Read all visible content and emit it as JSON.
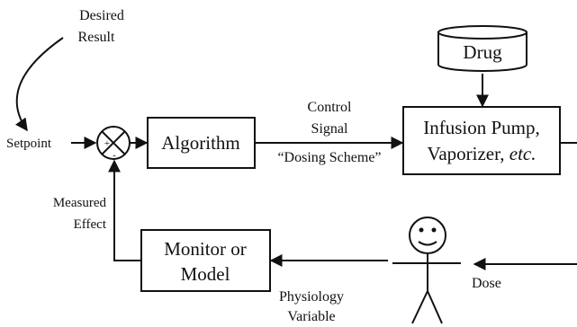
{
  "labels": {
    "desired_result_line1": "Desired",
    "desired_result_line2": "Result",
    "setpoint": "Setpoint",
    "control_signal_line1": "Control",
    "control_signal_line2": "Signal",
    "dosing_scheme": "“Dosing Scheme”",
    "measured_effect_line1": "Measured",
    "measured_effect_line2": "Effect",
    "physiology_variable_line1": "Physiology",
    "physiology_variable_line2": "Variable",
    "dose": "Dose"
  },
  "boxes": {
    "drug": "Drug",
    "algorithm": "Algorithm",
    "infusion_pump_line1": "Infusion Pump,",
    "infusion_pump_line2a": "Vaporizer, ",
    "infusion_pump_line2b": "etc.",
    "monitor_line1": "Monitor or",
    "monitor_line2": "Model"
  },
  "summing_junction": {
    "plus": "+",
    "minus": "-"
  }
}
